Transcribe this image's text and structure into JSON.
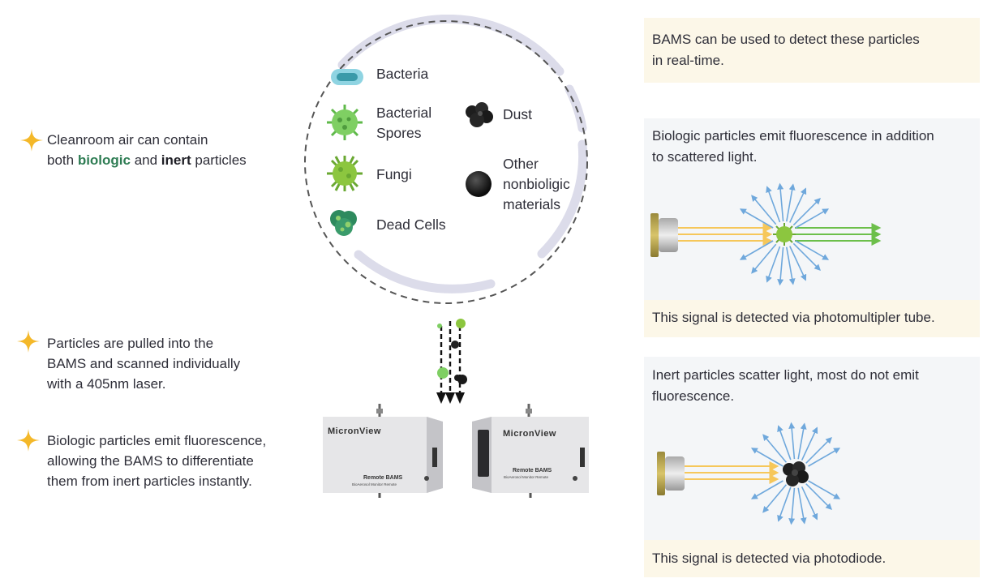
{
  "left": {
    "bullet1": {
      "line1": "Cleanroom air can contain",
      "pre": "both ",
      "bio": "biologic",
      "mid": " and ",
      "inert": "inert",
      "post": " particles"
    },
    "bullet2": {
      "line1": "Particles are pulled into the",
      "line2": "BAMS and scanned individually",
      "line3": "with a 405nm laser."
    },
    "bullet3": {
      "line1": "Biologic particles emit fluorescence,",
      "line2": "allowing the BAMS to differentiate",
      "line3": "them from inert particles instantly."
    }
  },
  "circle": {
    "bacteria": "Bacteria",
    "spores_1": "Bacterial",
    "spores_2": "Spores",
    "fungi": "Fungi",
    "dead": "Dead Cells",
    "dust": "Dust",
    "other_1": "Other",
    "other_2": "nonbioligic",
    "other_3": "materials"
  },
  "devices": {
    "brand": "MicronView",
    "model": "Remote BAMS",
    "subtitle": "BioAerosol Monitor Remote"
  },
  "right": {
    "top": {
      "line1": "BAMS can be used to detect these particles",
      "line2": "in real-time."
    },
    "bio_panel": {
      "line1": "Biologic particles emit fluorescence in addition",
      "line2": "to scattered light.",
      "footer": "This signal is detected via photomultipler tube."
    },
    "inert_panel": {
      "line1": "Inert particles scatter light, most do not emit",
      "line2": "fluorescence.",
      "footer": "This signal is detected via photodiode."
    }
  },
  "colors": {
    "star": "#f4b829",
    "biologic_text": "#2f7d54",
    "beige_panel": "#fcf7e8",
    "gray_panel": "#f4f6f8",
    "circle_ring": "#dcdcea",
    "scatter_arrow": "#6fa8dc",
    "fluorescence_arrow": "#6cbf4a",
    "laser_arrow": "#f6c75a"
  },
  "icons": [
    "star-icon",
    "bacteria-icon",
    "spore-icon",
    "fungi-icon",
    "dead-cell-icon",
    "dust-icon",
    "black-particle-icon",
    "laser-emitter-icon"
  ]
}
